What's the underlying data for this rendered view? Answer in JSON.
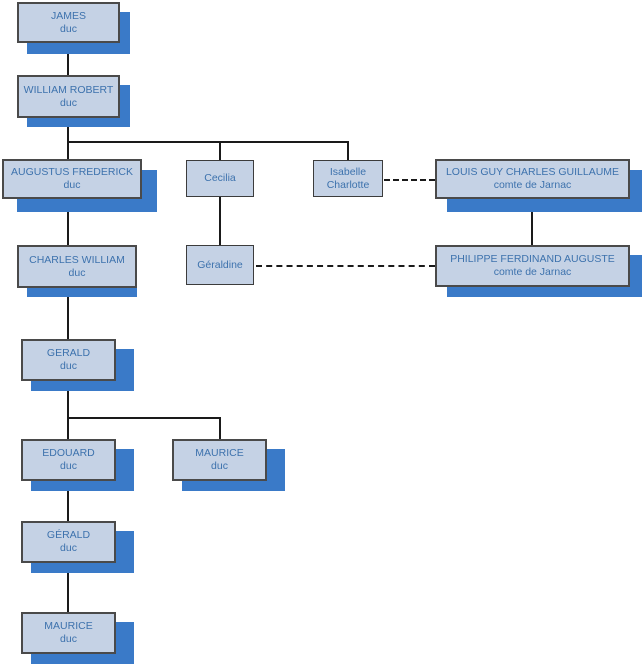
{
  "diagram": {
    "kind": "genealogy-family-tree",
    "background_color": "#ffffff",
    "node_fill_color": "#c5d2e5",
    "node_border_color": "#4a4a4a",
    "node_text_color": "#3d72ad",
    "node_shadow_color": "#3a7ac8",
    "connector_color": "#1a1a1a"
  },
  "nodes": {
    "james": {
      "name": "JAMES",
      "title": "duc"
    },
    "william_robert": {
      "name": "WILLIAM ROBERT",
      "title": "duc"
    },
    "augustus_frederick": {
      "name": "AUGUSTUS FREDERICK",
      "title": "duc"
    },
    "cecilia": {
      "name": "Cecilia",
      "title": ""
    },
    "isabelle_charlotte": {
      "name": "Isabelle Charlotte",
      "title": ""
    },
    "louis_guy": {
      "name": "LOUIS GUY CHARLES GUILLAUME",
      "title": "comte de Jarnac"
    },
    "charles_william": {
      "name": "CHARLES WILLIAM",
      "title": "duc"
    },
    "geraldine": {
      "name": "Géraldine",
      "title": ""
    },
    "philippe_ferdinand": {
      "name": "PHILIPPE FERDINAND AUGUSTE",
      "title": "comte de Jarnac"
    },
    "gerald_1": {
      "name": "GERALD",
      "title": "duc"
    },
    "edouard": {
      "name": "EDOUARD",
      "title": "duc"
    },
    "maurice_1": {
      "name": "MAURICE",
      "title": "duc"
    },
    "gerald_2": {
      "name": "GÉRALD",
      "title": "duc"
    },
    "maurice_2": {
      "name": "MAURICE",
      "title": "duc"
    }
  }
}
